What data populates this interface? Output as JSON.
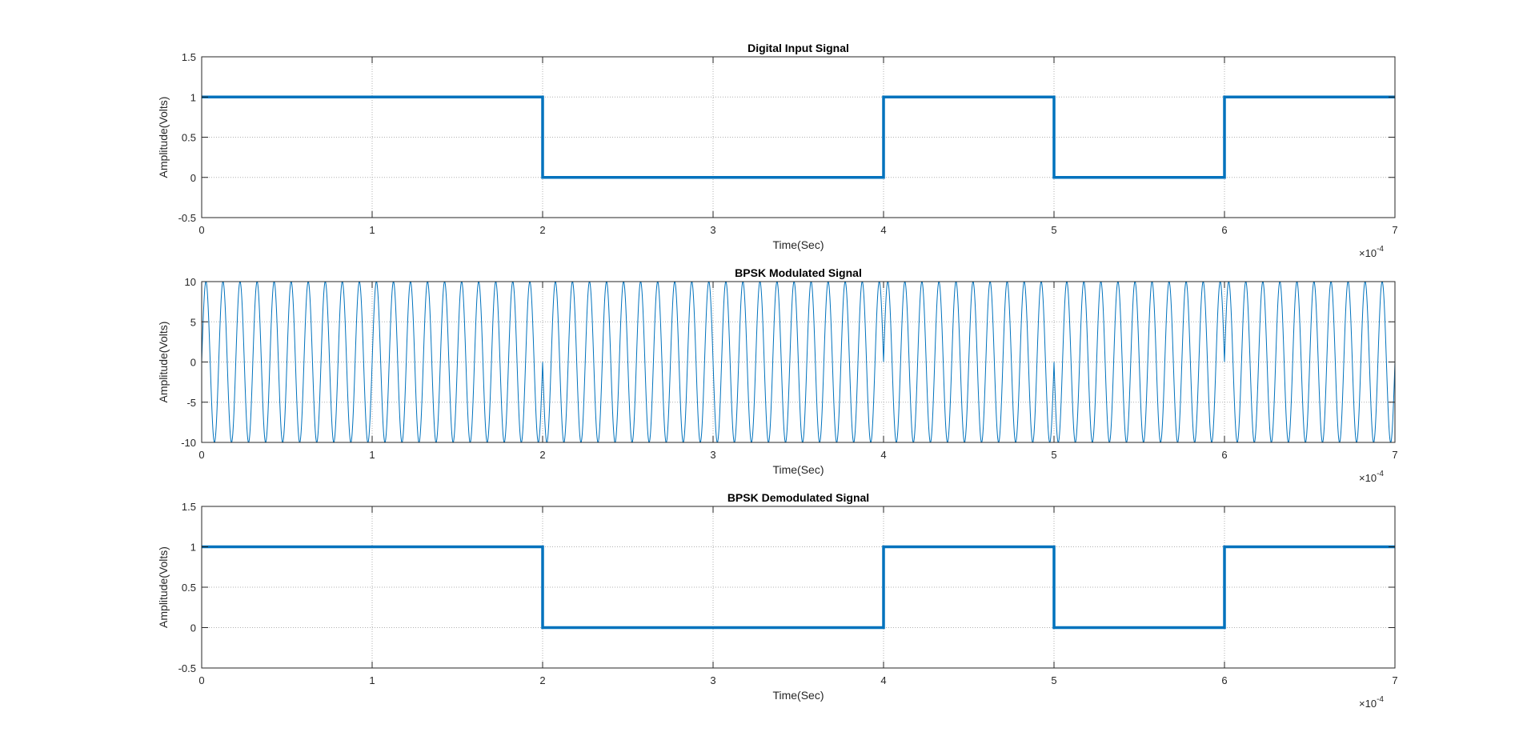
{
  "chart_data": [
    {
      "type": "line",
      "title": "Digital Input Signal",
      "xlabel": "Time(Sec)",
      "ylabel": "Amplitude(Volts)",
      "xlim": [
        0,
        7
      ],
      "ylim": [
        -0.5,
        1.5
      ],
      "x_exponent": "-4",
      "x_exponent_prefix": "×10",
      "xticks": [
        0,
        1,
        2,
        3,
        4,
        5,
        6,
        7
      ],
      "yticks": [
        -0.5,
        0,
        0.5,
        1,
        1.5
      ],
      "ytick_labels": [
        "-0.5",
        "0",
        "0.5",
        "1",
        "1.5"
      ],
      "series": [
        {
          "x": [
            0,
            2,
            2,
            4,
            4,
            5,
            5,
            6,
            6,
            7
          ],
          "y": [
            1,
            1,
            0,
            0,
            1,
            1,
            0,
            0,
            1,
            1
          ]
        }
      ],
      "bits": [
        1,
        1,
        0,
        0,
        1,
        0,
        1
      ],
      "color": "#0072BD"
    },
    {
      "type": "line",
      "title": "BPSK Modulated Signal",
      "xlabel": "Time(Sec)",
      "ylabel": "Amplitude(Volts)",
      "xlim": [
        0,
        7
      ],
      "ylim": [
        -10,
        10
      ],
      "x_exponent": "-4",
      "x_exponent_prefix": "×10",
      "xticks": [
        0,
        1,
        2,
        3,
        4,
        5,
        6,
        7
      ],
      "yticks": [
        -10,
        -5,
        0,
        5,
        10
      ],
      "ytick_labels": [
        "-10",
        "-5",
        "0",
        "5",
        "10"
      ],
      "amplitude": 10,
      "cycles_per_unit": 10,
      "bits": [
        1,
        1,
        0,
        0,
        1,
        0,
        1
      ],
      "color": "#0072BD"
    },
    {
      "type": "line",
      "title": "BPSK Demodulated Signal",
      "xlabel": "Time(Sec)",
      "ylabel": "Amplitude(Volts)",
      "xlim": [
        0,
        7
      ],
      "ylim": [
        -0.5,
        1.5
      ],
      "x_exponent": "-4",
      "x_exponent_prefix": "×10",
      "xticks": [
        0,
        1,
        2,
        3,
        4,
        5,
        6,
        7
      ],
      "yticks": [
        -0.5,
        0,
        0.5,
        1,
        1.5
      ],
      "ytick_labels": [
        "-0.5",
        "0",
        "0.5",
        "1",
        "1.5"
      ],
      "series": [
        {
          "x": [
            0,
            2,
            2,
            4,
            4,
            5,
            5,
            6,
            6,
            7
          ],
          "y": [
            1,
            1,
            0,
            0,
            1,
            1,
            0,
            0,
            1,
            1
          ]
        }
      ],
      "bits": [
        1,
        1,
        0,
        0,
        1,
        0,
        1
      ],
      "color": "#0072BD"
    }
  ]
}
